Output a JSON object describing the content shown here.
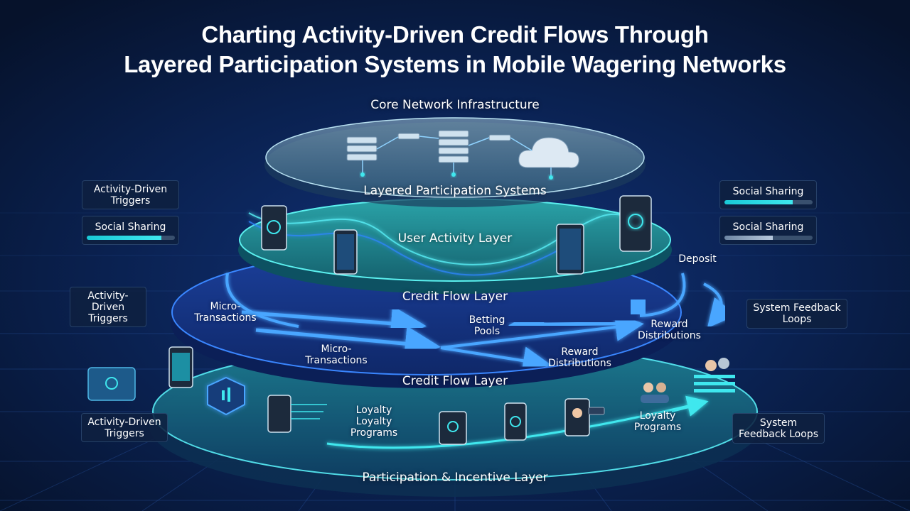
{
  "title": {
    "line1": "Charting Activity-Driven Credit Flows Through",
    "line2": "Layered Participation Systems in Mobile Wagering Networks"
  },
  "layers": {
    "core": "Core Network Infrastructure",
    "participation_systems": "Layered Participation Systems",
    "user_activity": "User Activity Layer",
    "credit_flow_upper": "Credit Flow Layer",
    "credit_flow_lower": "Credit Flow Layer",
    "incentive": "Participation & Incentive Layer"
  },
  "flow_labels": {
    "micro_1": [
      "Micro-",
      "Transactions"
    ],
    "micro_2": [
      "Micro-",
      "Transactions"
    ],
    "betting_pools": [
      "Betting",
      "Pools"
    ],
    "reward_1": [
      "Reward",
      "Distributions"
    ],
    "reward_2": [
      "Reward",
      "Distributions"
    ],
    "deposit": "Deposit",
    "loyalty_1": [
      "Loyalty",
      "Loyalty",
      "Programs"
    ],
    "loyalty_2": [
      "Loyalty",
      "Programs"
    ]
  },
  "side_boxes": {
    "trigger_top": [
      "Activity-Driven",
      "Triggers"
    ],
    "social_left": {
      "label": "Social Sharing",
      "level": 0.85
    },
    "trigger_mid": [
      "Activity-",
      "Driven",
      "Triggers"
    ],
    "trigger_bottom": [
      "Activity-Driven",
      "Triggers"
    ],
    "social_right_1": {
      "label": "Social Sharing",
      "level": 0.78
    },
    "social_right_2": {
      "label": "Social Sharing",
      "level": 0.55
    },
    "feedback_right": [
      "System Feedback",
      "Loops"
    ],
    "feedback_bottom": [
      "System",
      "Feedback Loops"
    ]
  },
  "colors": {
    "background": "#071632",
    "accent_cyan": "#3fe7ee",
    "accent_blue": "#2f86ff"
  },
  "icons": [
    "server-icon",
    "cloud-icon",
    "smartphone-icon",
    "shield-icon",
    "users-icon",
    "card-icon",
    "tablet-icon"
  ]
}
